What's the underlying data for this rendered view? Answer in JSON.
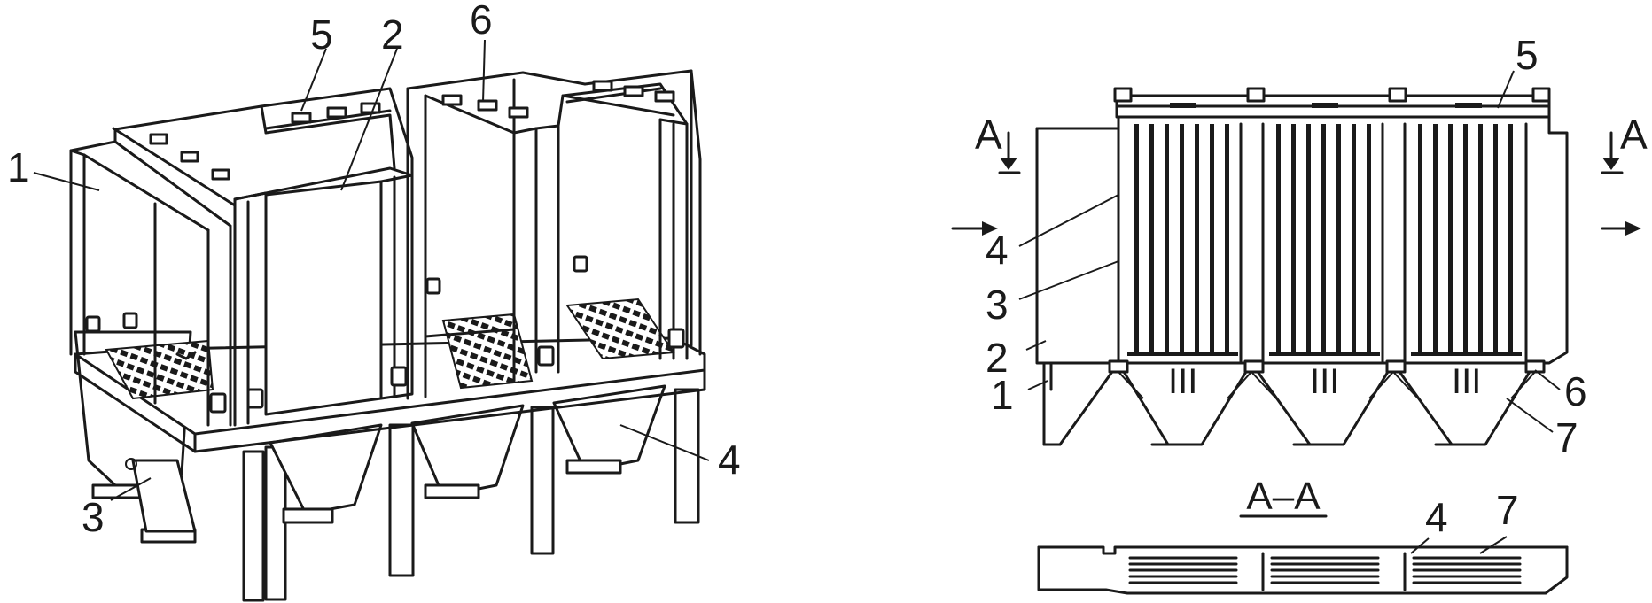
{
  "iso": {
    "labels": [
      "1",
      "2",
      "3",
      "4",
      "5",
      "6"
    ]
  },
  "elevation": {
    "section_marks": [
      "A",
      "A"
    ],
    "labels": [
      "1",
      "2",
      "3",
      "4",
      "5",
      "6",
      "7"
    ],
    "hopper_marks": [
      "III",
      "III",
      "III"
    ]
  },
  "plan": {
    "title": "A–A",
    "labels": [
      "4",
      "7"
    ]
  },
  "colors": {
    "ink": "#1a1a1a",
    "background": "#ffffff"
  }
}
